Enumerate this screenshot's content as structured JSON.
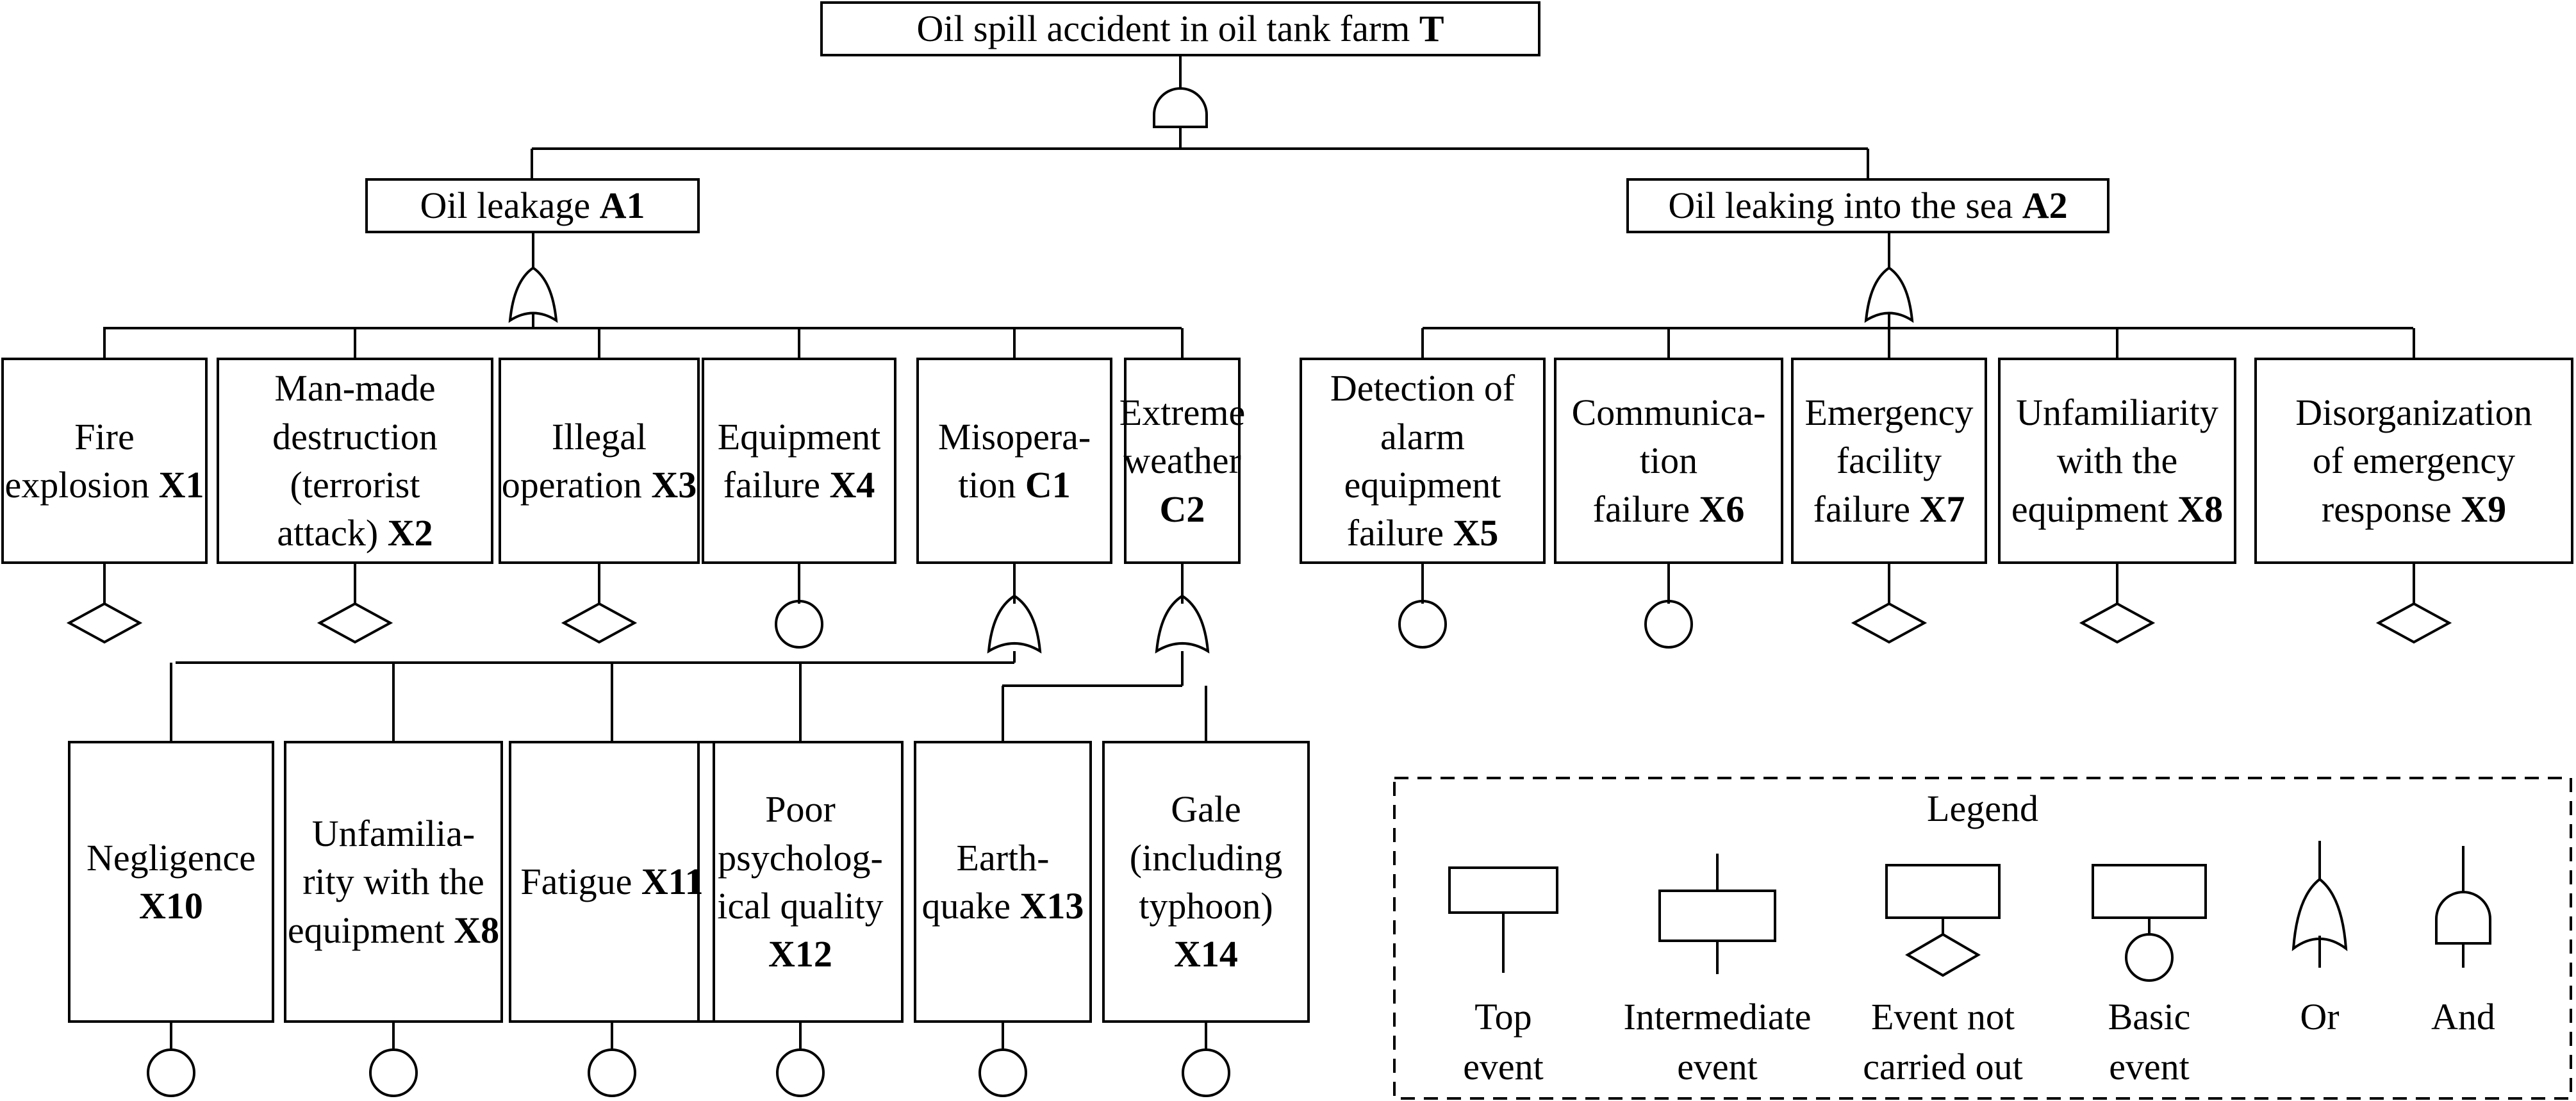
{
  "diagram": {
    "top_event": {
      "text": "Oil spill accident in oil tank farm",
      "code": "T"
    },
    "intermediate": [
      {
        "id": "A1",
        "text": "Oil leakage",
        "code": "A1"
      },
      {
        "id": "A2",
        "text": "Oil leaking into the sea",
        "code": "A2"
      }
    ],
    "level2": [
      {
        "id": "X1",
        "text": "Fire\nexplosion",
        "code": "X1",
        "symbol": "diamond"
      },
      {
        "id": "X2",
        "text": "Man-made\ndestruction\n(terrorist\nattack)",
        "code": "X2",
        "symbol": "diamond"
      },
      {
        "id": "X3",
        "text": "Illegal\noperation",
        "code": "X3",
        "symbol": "diamond"
      },
      {
        "id": "X4",
        "text": "Equipment\nfailure",
        "code": "X4",
        "symbol": "circle"
      },
      {
        "id": "C1",
        "text": "Misopera-\ntion",
        "code": "C1",
        "symbol": "or-gate"
      },
      {
        "id": "C2",
        "text": "Extreme\nweather",
        "code": "C2",
        "symbol": "or-gate"
      },
      {
        "id": "X5",
        "text": "Detection of\nalarm\nequipment\nfailure",
        "code": "X5",
        "symbol": "circle"
      },
      {
        "id": "X6",
        "text": "Communica-\ntion\nfailure",
        "code": "X6",
        "symbol": "circle"
      },
      {
        "id": "X7",
        "text": "Emergency\nfacility\nfailure",
        "code": "X7",
        "symbol": "diamond"
      },
      {
        "id": "X8a",
        "text": "Unfamiliarity\nwith the\nequipment",
        "code": "X8",
        "symbol": "diamond"
      },
      {
        "id": "X9",
        "text": "Disorganization\nof emergency\nresponse",
        "code": "X9",
        "symbol": "diamond"
      }
    ],
    "level3": [
      {
        "id": "X10",
        "text": "Negligence",
        "code": "X10"
      },
      {
        "id": "X8b",
        "text": "Unfamilia-\nrity with the\nequipment",
        "code": "X8"
      },
      {
        "id": "X11",
        "text": "Fatigue",
        "code": "X11"
      },
      {
        "id": "X12",
        "text": "Poor\npsycholog-\nical quality",
        "code": "X12"
      },
      {
        "id": "X13",
        "text": "Earth-\nquake",
        "code": "X13"
      },
      {
        "id": "X14",
        "text": "Gale\n(including\ntyphoon)",
        "code": "X14"
      }
    ]
  },
  "legend": {
    "title": "Legend",
    "items": [
      {
        "symbol": "top-event",
        "label": "Top\nevent"
      },
      {
        "symbol": "intermediate-event",
        "label": "Intermediate\nevent"
      },
      {
        "symbol": "event-not-carried-out",
        "label": "Event not\ncarried out"
      },
      {
        "symbol": "basic-event",
        "label": "Basic\nevent"
      },
      {
        "symbol": "or-gate",
        "label": "Or"
      },
      {
        "symbol": "and-gate",
        "label": "And"
      }
    ]
  }
}
